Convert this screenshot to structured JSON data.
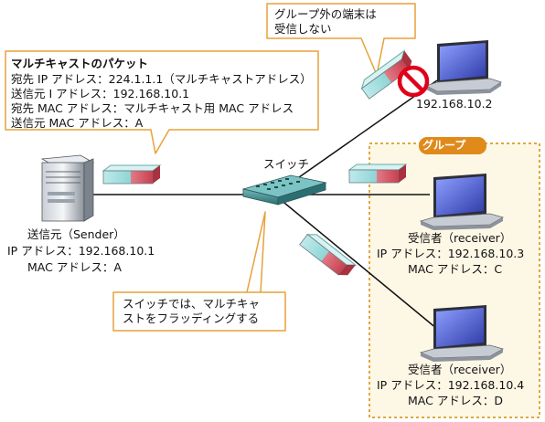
{
  "packet_box": {
    "title": "マルチキャストのパケット",
    "lines": [
      "宛先 IP アドレス：224.1.1.1（マルチキャストアドレス）",
      "送信元 I アドレス：192.168.10.1",
      "宛先 MAC アドレス：マルチキャスト用 MAC アドレス",
      "送信元 MAC アドレス：A"
    ]
  },
  "outside_callout": {
    "lines": [
      "グループ外の端末は",
      "受信しない"
    ]
  },
  "outside_host": {
    "ip": "192.168.10.2",
    "status_icon": "prohibited-icon"
  },
  "switch": {
    "label": "スイッチ"
  },
  "switch_callout": {
    "lines": [
      "スイッチでは、マルチキャ",
      "ストをフラッディングする"
    ]
  },
  "sender": {
    "name": "送信元（Sender）",
    "ip": "IP アドレス：192.168.10.1",
    "mac": "MAC アドレス：A"
  },
  "group": {
    "label": "グループ"
  },
  "receivers": [
    {
      "name": "受信者（receiver）",
      "ip": "IP アドレス：192.168.10.3",
      "mac": "MAC アドレス：C"
    },
    {
      "name": "受信者（receiver）",
      "ip": "IP アドレス：192.168.10.4",
      "mac": "MAC アドレス：D"
    }
  ],
  "colors": {
    "callout_border": "#e8a13a",
    "group_border": "#e3a640",
    "group_fill": "#fdf8e6",
    "group_label_bg": "#e08a1c",
    "packet_teal": "#8fd5d6",
    "packet_red": "#d95868",
    "laptop_blue": "#4f60c8",
    "prohibit_red": "#e0001b",
    "switch_teal": "#3f8e91"
  }
}
